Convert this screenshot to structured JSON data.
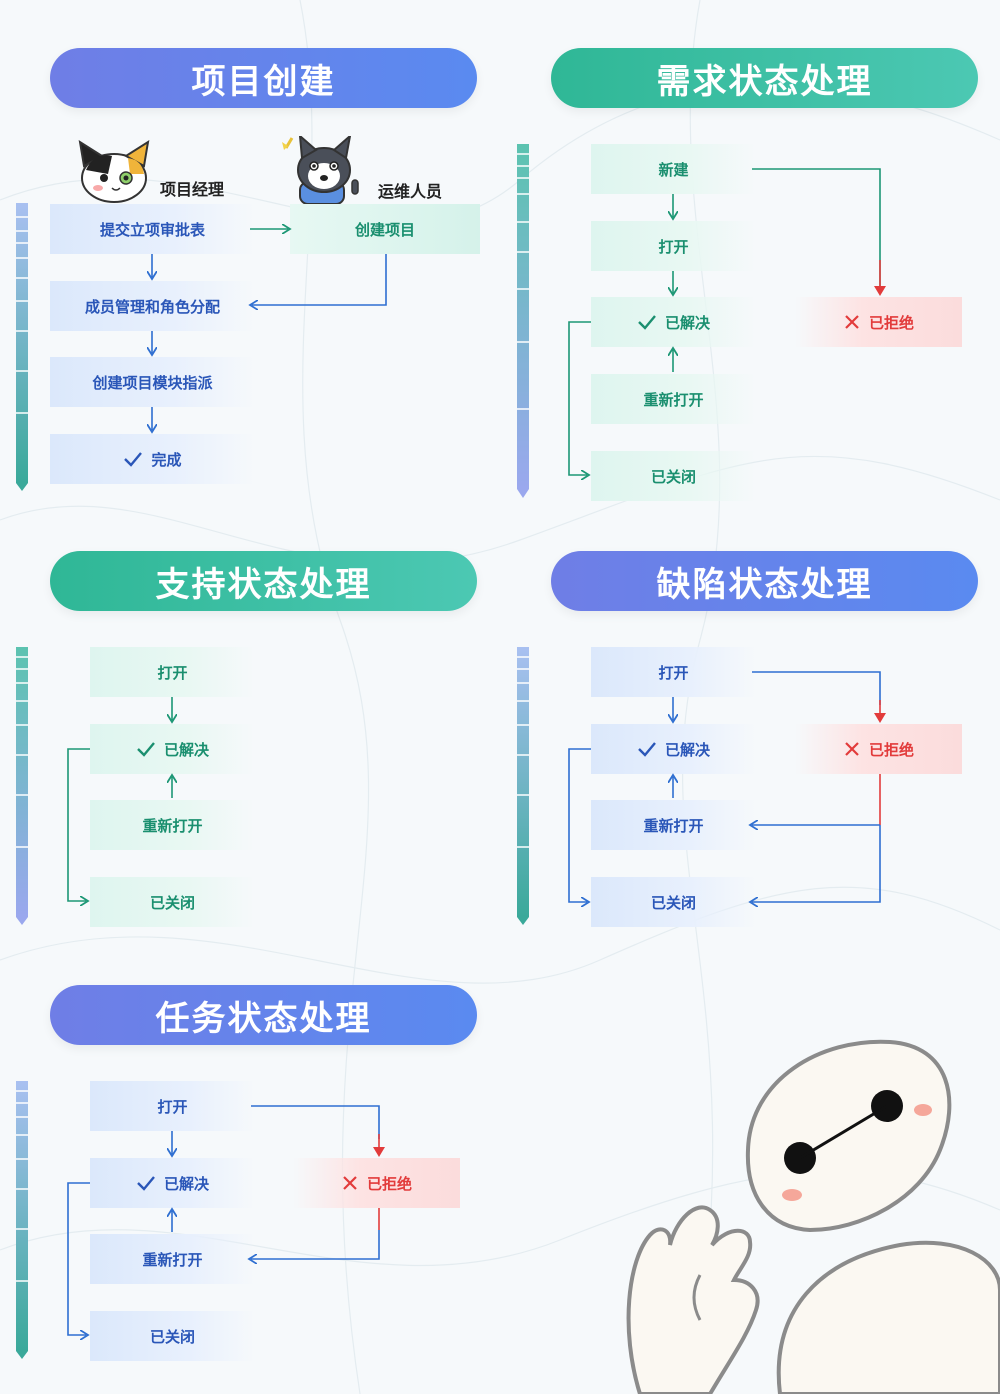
{
  "sections": {
    "project": {
      "title": "项目创建",
      "roles": {
        "manager": "项目经理",
        "ops": "运维人员"
      },
      "nodes": {
        "submit": "提交立项审批表",
        "create": "创建项目",
        "members": "成员管理和角色分配",
        "modules": "创建项目模块指派",
        "done": "完成"
      }
    },
    "demand": {
      "title": "需求状态处理",
      "nodes": {
        "new": "新建",
        "open": "打开",
        "resolved": "已解决",
        "reopen": "重新打开",
        "closed": "已关闭",
        "rejected": "已拒绝"
      }
    },
    "support": {
      "title": "支持状态处理",
      "nodes": {
        "open": "打开",
        "resolved": "已解决",
        "reopen": "重新打开",
        "closed": "已关闭"
      }
    },
    "defect": {
      "title": "缺陷状态处理",
      "nodes": {
        "open": "打开",
        "resolved": "已解决",
        "reopen": "重新打开",
        "closed": "已关闭",
        "rejected": "已拒绝"
      }
    },
    "task": {
      "title": "任务状态处理",
      "nodes": {
        "open": "打开",
        "resolved": "已解决",
        "reopen": "重新打开",
        "closed": "已关闭",
        "rejected": "已拒绝"
      }
    }
  },
  "icons": {
    "check": "check-icon",
    "cross": "cross-icon",
    "manager_avatar": "calico-cat-icon",
    "ops_avatar": "husky-dog-icon",
    "mascot": "baymax-mascot"
  },
  "colors": {
    "blue_arrow": "#2f6fd1",
    "green_arrow": "#1d9775",
    "red_arrow": "#e23b3b",
    "pill_blue": "#5f86ee",
    "pill_green": "#33ba9b"
  }
}
